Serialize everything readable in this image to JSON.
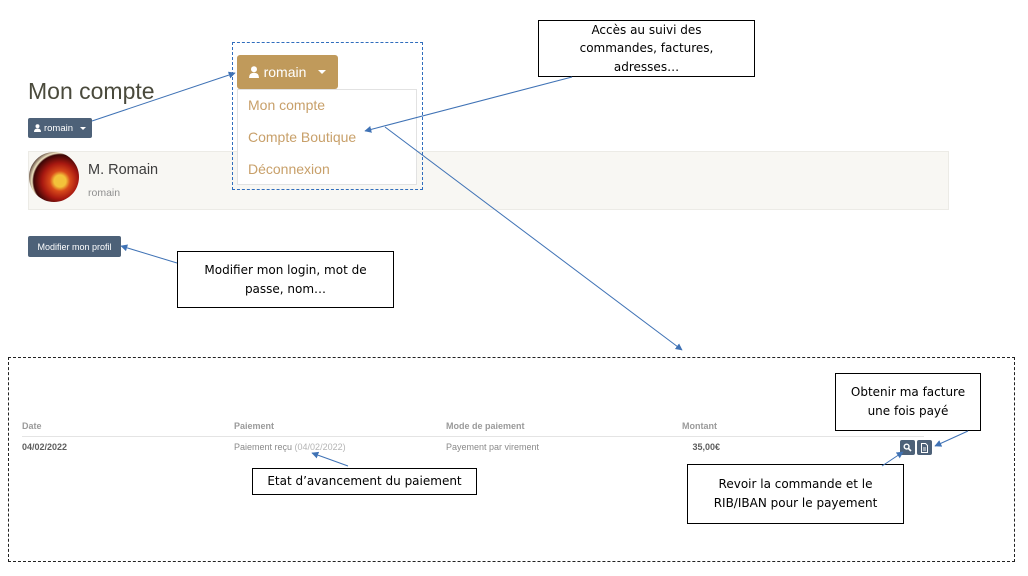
{
  "page": {
    "title": "Mon compte",
    "user_button_label": "romain",
    "profile": {
      "name": "M. Romain",
      "login": "romain"
    },
    "edit_profile_label": "Modifier mon profil"
  },
  "user_menu": {
    "button_label": "romain",
    "items": [
      {
        "label": "Mon compte"
      },
      {
        "label": "Compte Boutique"
      },
      {
        "label": "Déconnexion"
      }
    ]
  },
  "payments_table": {
    "columns": [
      "Date",
      "Paiement",
      "Mode de paiement",
      "Montant"
    ],
    "rows": [
      {
        "date": "04/02/2022",
        "status": "Paiement reçu",
        "status_date": "(04/02/2022)",
        "method": "Payement par virement",
        "amount": "35,00€"
      }
    ],
    "actions": [
      {
        "icon": "search-icon"
      },
      {
        "icon": "invoice-icon"
      }
    ]
  },
  "annotations": {
    "suivi": "Accès au suivi des commandes, factures, adresses…",
    "profil": "Modifier mon login, mot de passe, nom…",
    "facture": "Obtenir ma facture une fois payé",
    "commande": "Revoir la commande et le RIB/IBAN pour le payement",
    "etat": "Etat d’avancement du paiement"
  },
  "colors": {
    "primary_button": "#4d6178",
    "accent": "#c09a5b",
    "menu_link": "#c8a06a",
    "arrow": "#3f72b5"
  }
}
